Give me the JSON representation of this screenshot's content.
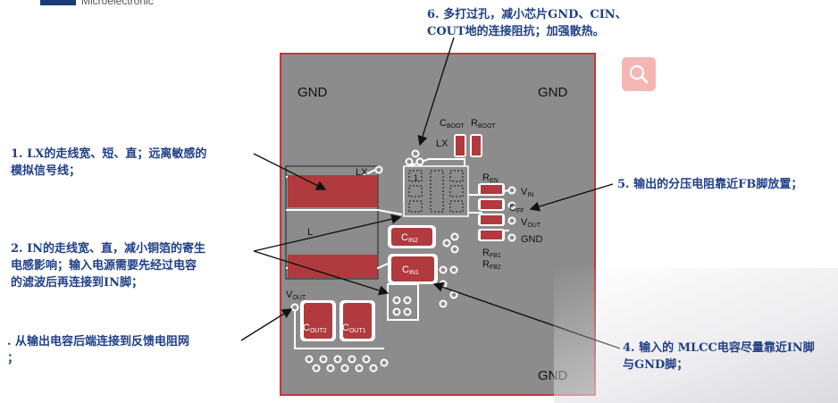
{
  "logo_text": "Microelectronic",
  "board": {
    "gnd_tl": "GND",
    "gnd_tr": "GND",
    "gnd_br": "GND",
    "lx_top": "LX",
    "lx_left": "LX",
    "inductor": "L",
    "cboot": "C",
    "cboot_sub": "BOOT",
    "rboot": "R",
    "rboot_sub": "BOOT",
    "ren": "R",
    "ren_sub": "EN",
    "vin": "V",
    "vin_sub": "IN",
    "cff": "C",
    "cff_sub": "FF",
    "vout_right": "V",
    "vout_right_sub": "OUT",
    "gnd_small": "GND",
    "rfb1": "R",
    "rfb1_sub": "FB1",
    "rfb2": "R",
    "rfb2_sub": "FB2",
    "cin2": "C",
    "cin2_sub": "IN2",
    "cin1": "C",
    "cin1_sub": "IN1",
    "vout_left": "V",
    "vout_left_sub": "OUT",
    "cout2": "C",
    "cout2_sub": "OUT2",
    "cout1": "C",
    "cout1_sub": "OUT1",
    "pin1": "1"
  },
  "notes": {
    "n6": "6. 多打过孔，减小芯片GND、CIN、\nCOUT地的连接阻抗；加强散热。",
    "n1": "1. LX的走线宽、短、直；远离敏感的\n模拟信号线；",
    "n5": "5. 输出的分压电阻靠近FB脚放置；",
    "n2": "2. IN的走线宽、直，减小铜箔的寄生\n电感影响；输入电源需要先经过电容\n的滤波后再连接到IN脚；",
    "n3": ". 从输出电容后端连接到反馈电阻网\n；",
    "n4": "4. 输入的 MLCC电容尽量靠近IN脚\n与GND脚；"
  },
  "colors": {
    "board": "#8c8c8c",
    "copper": "#b03a3e",
    "trace": "#ffffff",
    "text_blue": "#1f3f86"
  }
}
